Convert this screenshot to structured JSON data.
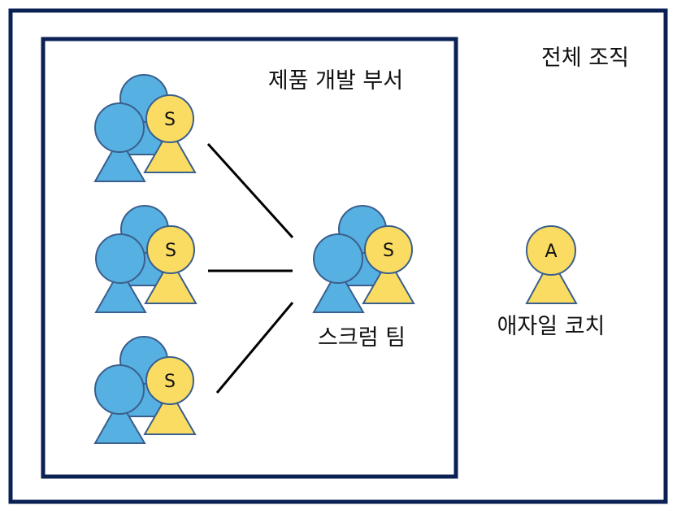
{
  "organization": {
    "label": "전체 조직",
    "border_color": "#0b2154"
  },
  "department": {
    "label": "제품 개발 부서",
    "border_color": "#0b2154"
  },
  "scrum_team": {
    "label": "스크럼 팀",
    "scrum_master_badge": "S"
  },
  "product_teams": [
    {
      "badge": "S"
    },
    {
      "badge": "S"
    },
    {
      "badge": "S"
    }
  ],
  "agile_coach": {
    "label": "애자일 코치",
    "badge": "A"
  },
  "colors": {
    "team_member": "#56b0e2",
    "scrum_master": "#fbdc63",
    "outline": "#3a5f8c",
    "connector": "#000000"
  }
}
